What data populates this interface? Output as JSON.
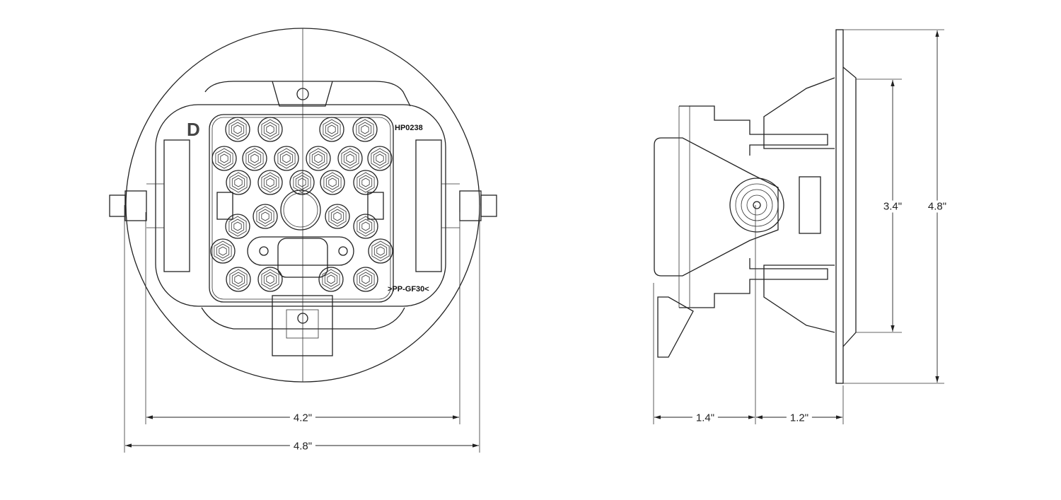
{
  "front_view": {
    "logo_letter": "D",
    "part_number": "HP0238",
    "material_mark": ">PP-GF30<",
    "dimensions": {
      "inner_width": "4.2\"",
      "outer_width": "4.8\""
    }
  },
  "side_view": {
    "dimensions": {
      "depth_front": "1.4\"",
      "depth_rear": "1.2\"",
      "inner_height": "3.4\"",
      "outer_height": "4.8\""
    }
  }
}
